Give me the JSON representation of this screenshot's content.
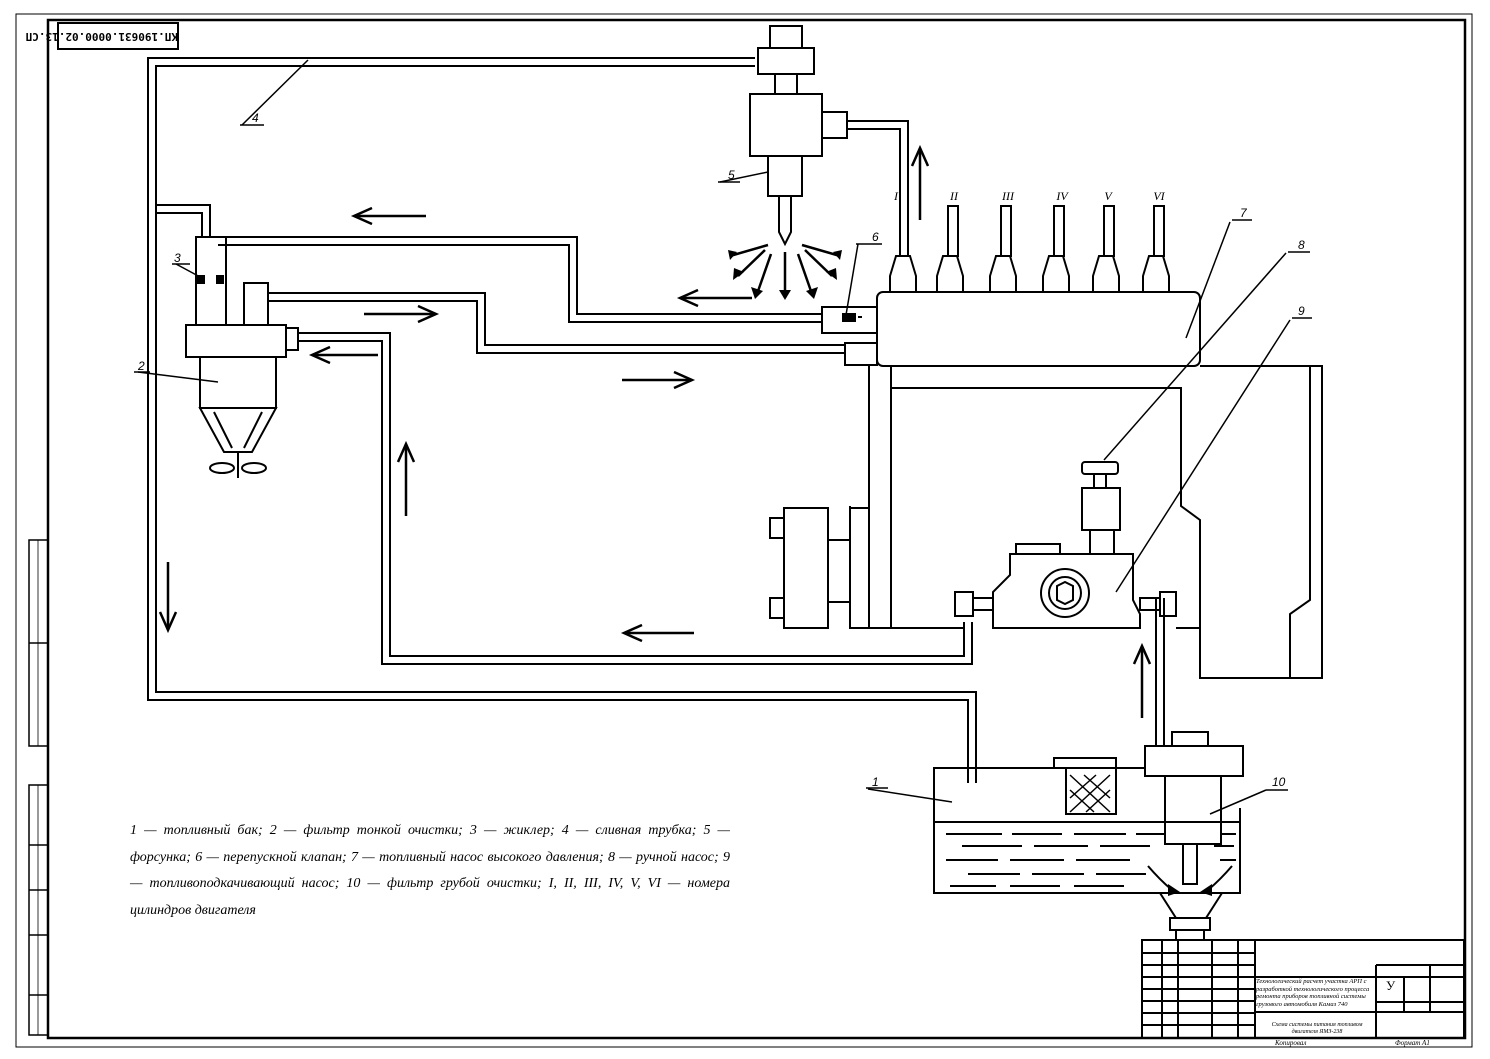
{
  "document_stamp": "КП.190631.0000.02.13.СП",
  "component_labels": [
    "1",
    "2",
    "3",
    "4",
    "5",
    "6",
    "7",
    "8",
    "9",
    "10"
  ],
  "cylinder_labels": [
    "I",
    "II",
    "III",
    "IV",
    "V",
    "VI"
  ],
  "legend": [
    "1 — топливный бак; 2 — фильтр тонкой очистки; 3 — жиклер; 4 — сливная",
    "трубка; 5 — форсунка; 6 — перепускной клапан; 7 — топливный насос высокого",
    "давления; 8 — ручной насос; 9 — топливоподкачивающий насос; 10 — фильтр",
    "грубой очистки; I, II, III, IV, V, VI — номера цилиндров двигателя"
  ],
  "title_block": {
    "title": "Технологический расчет участка АРП с разработкой технологического процесса ремонта приборов топливной системы грузового автомобиля Камаз 740",
    "drawing_name": "Схема системы питания топливом двигателя ЯМЗ-238",
    "letter": "У",
    "copied": "Копировал",
    "format": "Формат   А1"
  }
}
